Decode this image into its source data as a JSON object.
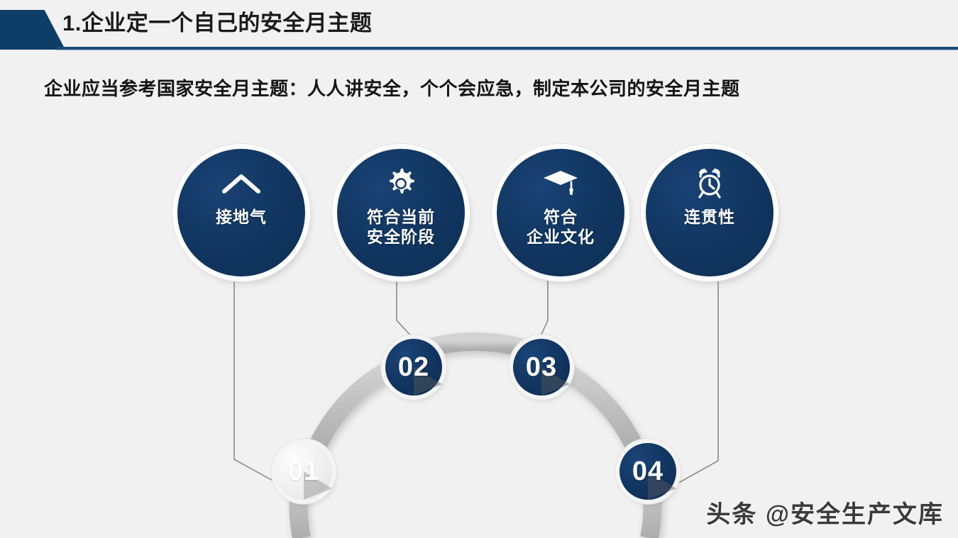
{
  "header": {
    "title": "1.企业定一个自己的安全月主题",
    "mark_color": "#0e3d68",
    "rule_color": "#1b4a77"
  },
  "subtitle": {
    "text": "企业应当参考国家安全月主题：人人讲安全，个个会应急，制定本公司的安全月主题"
  },
  "theme": {
    "background": "#f1f1f1",
    "accent_dark_blue": "#123762",
    "arc_gray": "#bfbfbf",
    "connector_gray": "#8c8c8c"
  },
  "nodes": [
    {
      "id": "node-1",
      "icon": "chevron-up-icon",
      "label": "接地气"
    },
    {
      "id": "node-2",
      "icon": "gear-icon",
      "label": "符合当前\n安全阶段"
    },
    {
      "id": "node-3",
      "icon": "graduation-cap-icon",
      "label": "符合\n企业文化"
    },
    {
      "id": "node-4",
      "icon": "alarm-clock-icon",
      "label": "连贯性"
    }
  ],
  "badges": [
    {
      "id": "badge-01",
      "number": "01",
      "style": "light"
    },
    {
      "id": "badge-02",
      "number": "02",
      "style": "dark"
    },
    {
      "id": "badge-03",
      "number": "03",
      "style": "dark"
    },
    {
      "id": "badge-04",
      "number": "04",
      "style": "dark"
    }
  ],
  "watermark": {
    "text": "头条 @安全生产文库"
  }
}
